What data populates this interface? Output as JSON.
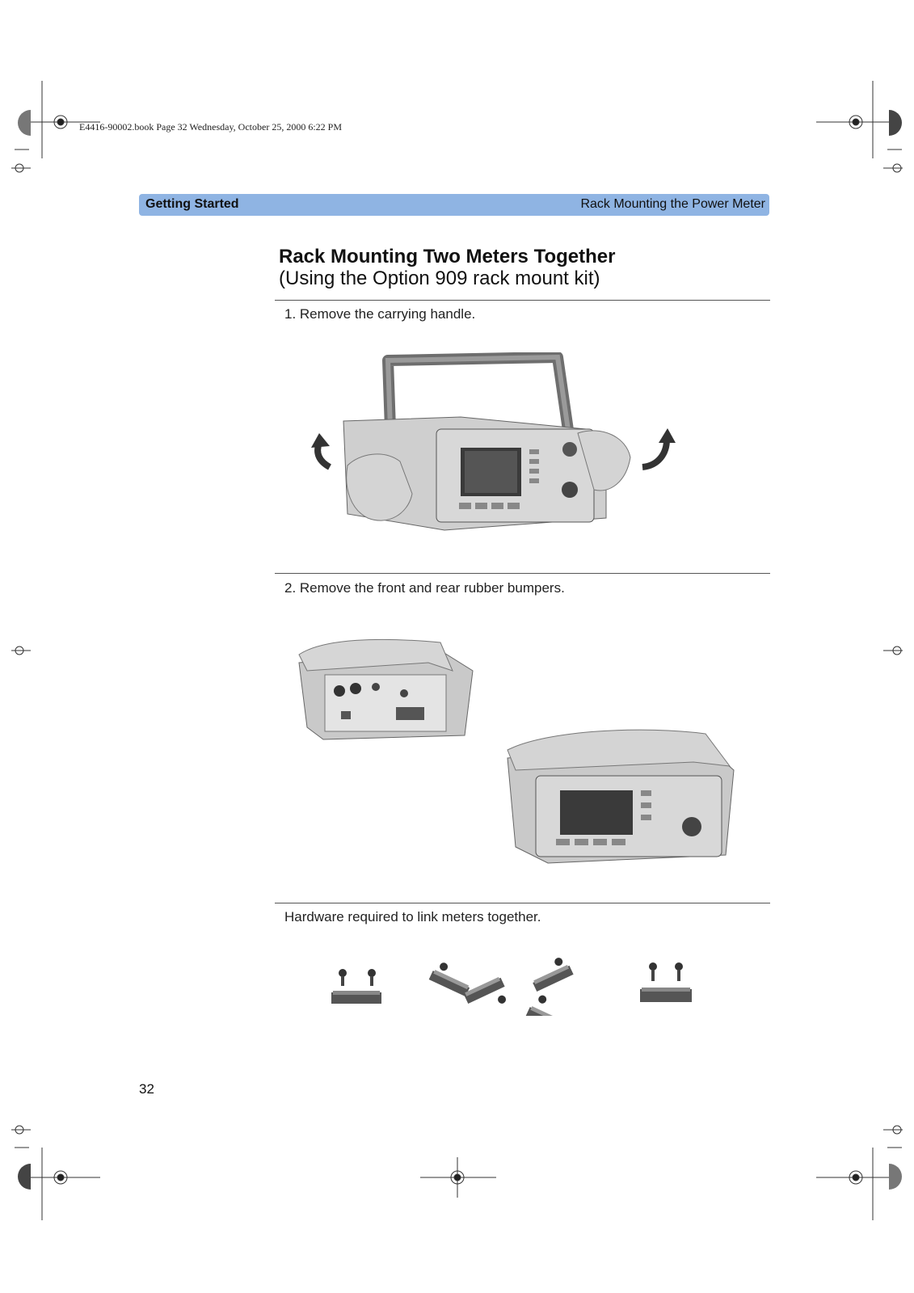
{
  "print_info": "E4416-90002.book  Page 32  Wednesday, October 25, 2000  6:22 PM",
  "header": {
    "left": "Getting Started",
    "right": "Rack Mounting the Power Meter",
    "bar_color": "#8fb4e3"
  },
  "section": {
    "title": "Rack Mounting Two Meters Together",
    "subtitle": "(Using the Option 909 rack mount kit)"
  },
  "steps": [
    {
      "label": "1. Remove the carrying handle."
    },
    {
      "label": "2. Remove the front and rear rubber bumpers."
    }
  ],
  "hardware_note": "Hardware required to link meters together.",
  "page_number": "32"
}
